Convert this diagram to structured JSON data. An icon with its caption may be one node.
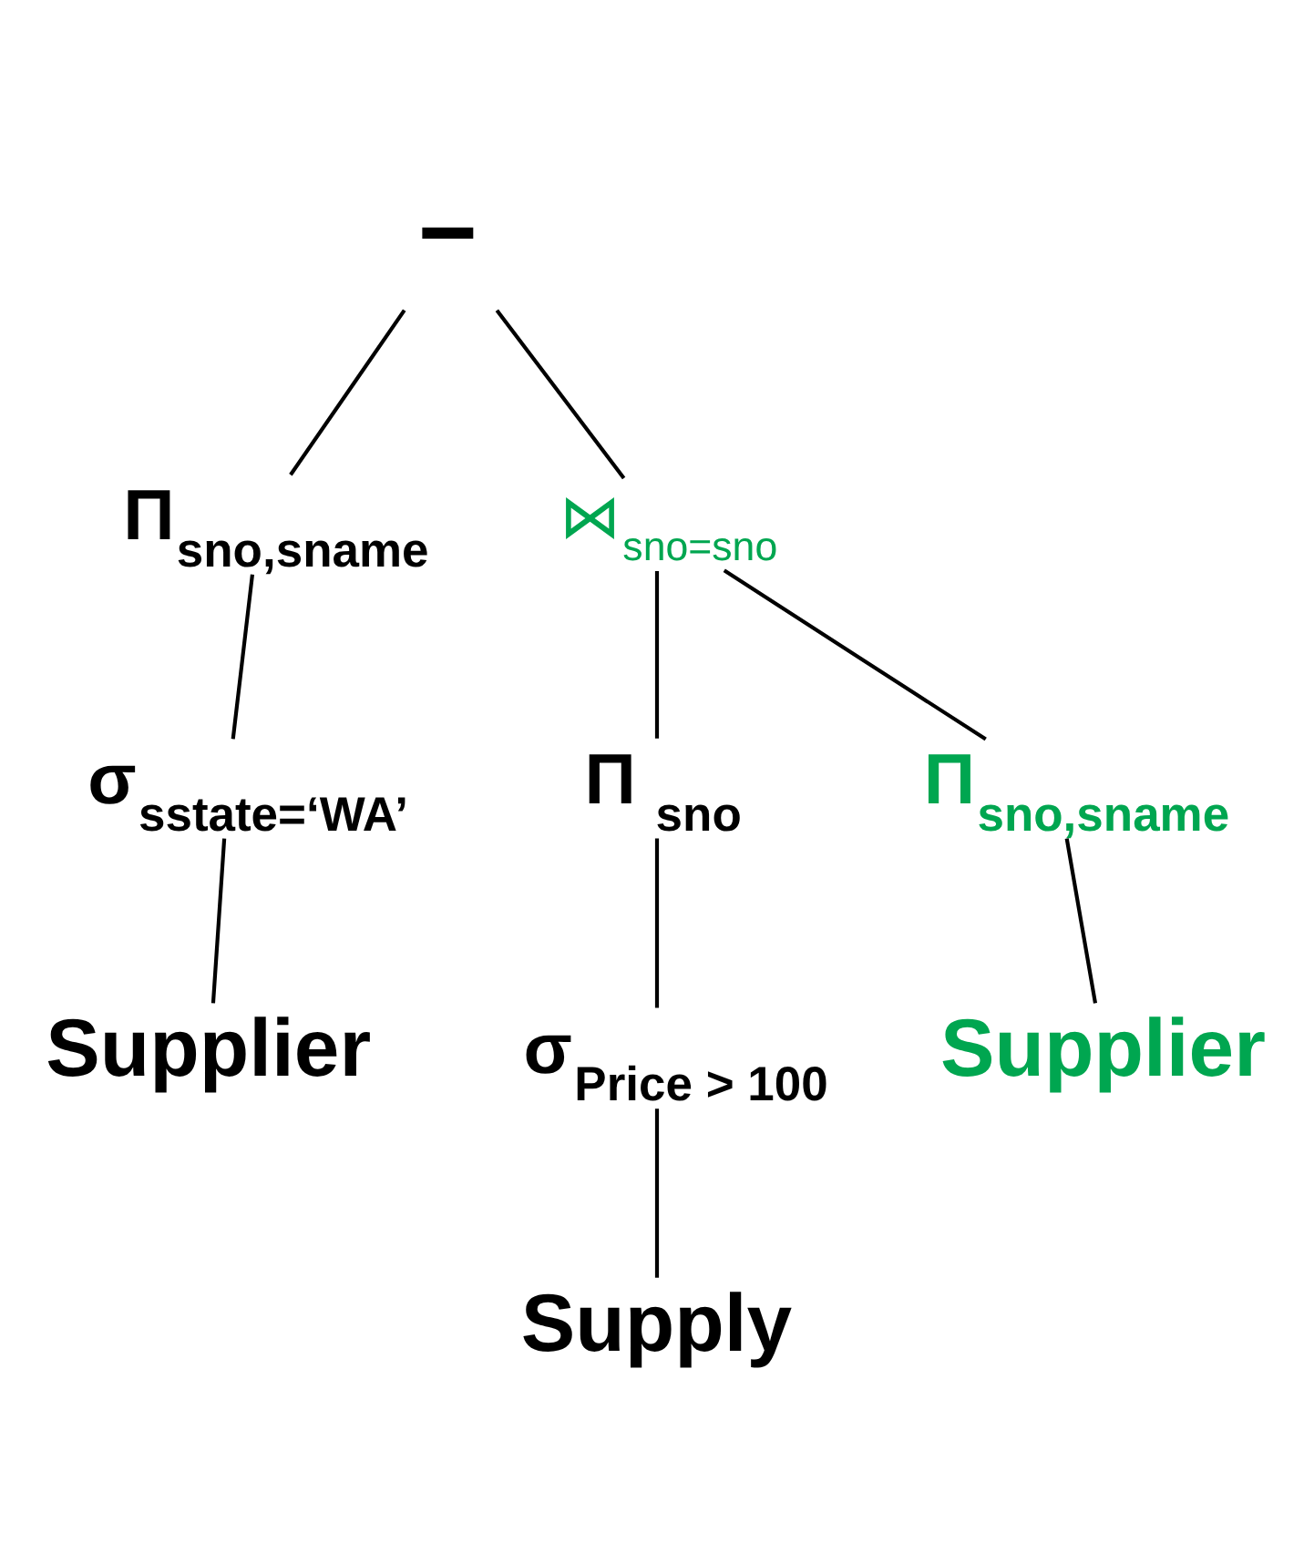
{
  "diagram": {
    "nodes": [
      {
        "text": [
          "−"
        ]
      },
      {
        "text": [
          "Π$_{sno,sname}$"
        ]
      },
      {
        "text": [
          "⋈$_{sno=sno}$"
        ]
      },
      {
        "text": [
          "σ$_{sstate=‘WA’}$"
        ]
      },
      {
        "text": [
          "Supplier"
        ]
      },
      {
        "text": [
          "Π $_{sno}$"
        ]
      },
      {
        "text": [
          "Π$_{sno,sname}$"
        ]
      },
      {
        "text": [
          "σ$_{Price > 100}$"
        ]
      },
      {
        "text": [
          "Supplier"
        ]
      },
      {
        "text": [
          "Supply"
        ]
      }
    ],
    "edges": [
      {
        "from": 0,
        "to": 1,
        "arrow": "none"
      },
      {
        "from": 0,
        "to": 2,
        "arrow": "none"
      },
      {
        "from": 1,
        "to": 3,
        "arrow": "none"
      },
      {
        "from": 3,
        "to": 4,
        "arrow": "none"
      },
      {
        "from": 2,
        "to": 5,
        "arrow": "none"
      },
      {
        "from": 2,
        "to": 6,
        "arrow": "none"
      },
      {
        "from": 5,
        "to": 7,
        "arrow": "none"
      },
      {
        "from": 7,
        "to": 9,
        "arrow": "none"
      },
      {
        "from": 6,
        "to": 8,
        "arrow": "none"
      }
    ]
  }
}
